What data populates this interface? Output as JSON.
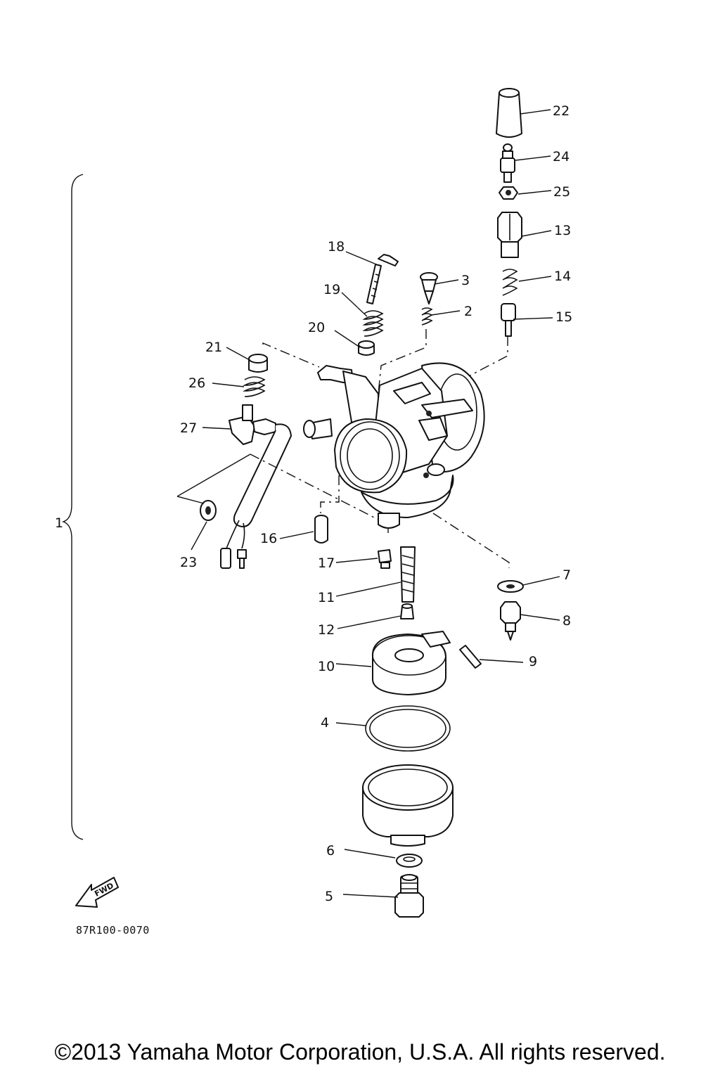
{
  "diagram": {
    "reference_code": "87R100-0070",
    "fwd_label": "FWD",
    "copyright": "©2013 Yamaha Motor Corporation, U.S.A. All rights reserved.",
    "callouts": {
      "c1": "1",
      "c2": "2",
      "c3": "3",
      "c4": "4",
      "c5": "5",
      "c6": "6",
      "c7": "7",
      "c8": "8",
      "c9": "9",
      "c10": "10",
      "c11": "11",
      "c12": "12",
      "c13": "13",
      "c14": "14",
      "c15": "15",
      "c16": "16",
      "c17": "17",
      "c18": "18",
      "c19": "19",
      "c20": "20",
      "c21": "21",
      "c22": "22",
      "c23": "23",
      "c24": "24",
      "c25": "25",
      "c26": "26",
      "c27": "27"
    }
  }
}
